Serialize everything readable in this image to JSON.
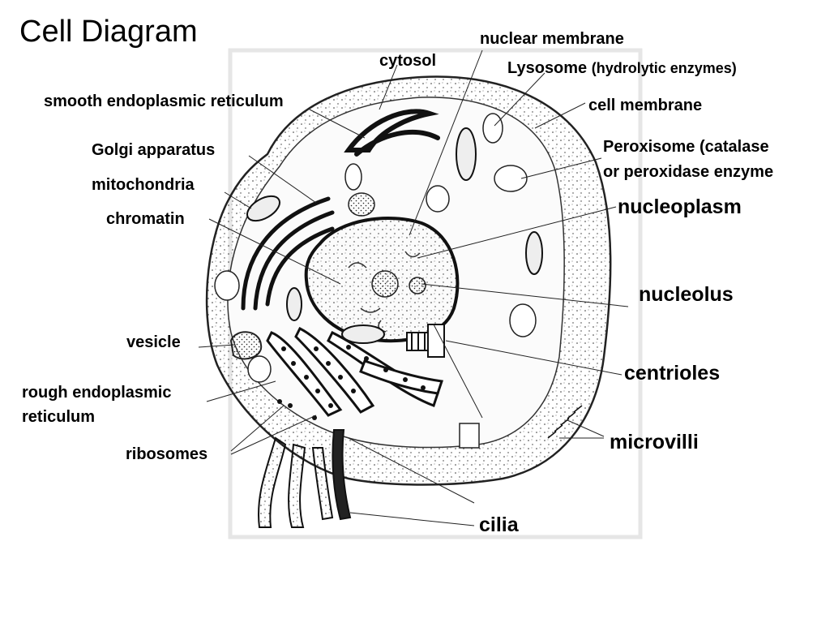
{
  "title": "Cell Diagram",
  "labels": {
    "nuclear_membrane": "nuclear membrane",
    "cytosol": "cytosol",
    "lysosome": "Lysosome",
    "lysosome_note": "(hydrolytic enzymes)",
    "smooth_er": "smooth endoplasmic reticulum",
    "cell_membrane": "cell membrane",
    "peroxisome_line1": "Peroxisome (catalase",
    "peroxisome_line2": "or peroxidase enzyme",
    "golgi": "Golgi apparatus",
    "mitochondria": "mitochondria",
    "chromatin": "chromatin",
    "nucleoplasm": "nucleoplasm",
    "nucleolus": "nucleolus",
    "vesicle": "vesicle",
    "rough_er_line1": "rough endoplasmic",
    "rough_er_line2": "reticulum",
    "centrioles": "centrioles",
    "microvilli": "microvilli",
    "ribosomes": "ribosomes",
    "cilia": "cilia"
  }
}
